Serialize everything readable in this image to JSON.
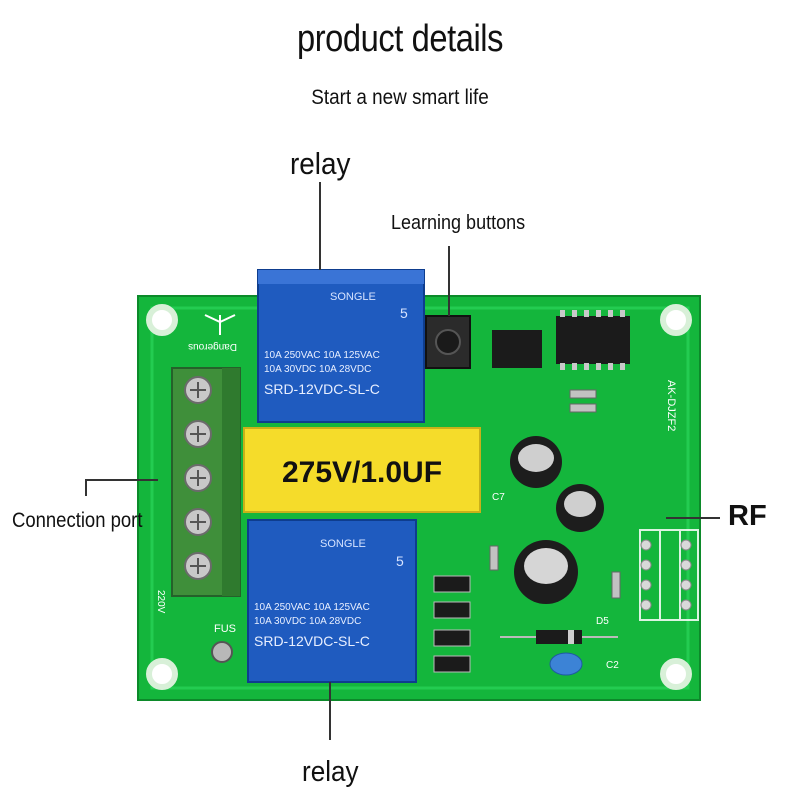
{
  "header": {
    "title": "product details",
    "subtitle": "Start a new smart life"
  },
  "callouts": {
    "relay_top": "relay",
    "learning_buttons": "Learning buttons",
    "connection_port": "Connection port",
    "rf": "RF",
    "relay_bottom": "relay"
  },
  "board": {
    "capacitor_label": "275V/1.0UF",
    "relay": {
      "brand": "SONGLE",
      "rating_line1": "10A 250VAC 10A 125VAC",
      "rating_line2": "10A 30VDC 10A 28VDC",
      "model": "SRD-12VDC-SL-C",
      "coil": "5"
    },
    "pcb_side_label": "AK-DJZF2",
    "terminal_label": "220V",
    "fuse_label": "FUS",
    "silk": {
      "dangerous": "Dangerous",
      "c2": "C2",
      "d5": "D5",
      "c7": "C7"
    }
  },
  "colors": {
    "pcb": "#12b83a",
    "relay_blue": "#1f5bbf",
    "capacitor_yellow": "#f5dc2a",
    "terminal_green": "#3f8f3a"
  }
}
